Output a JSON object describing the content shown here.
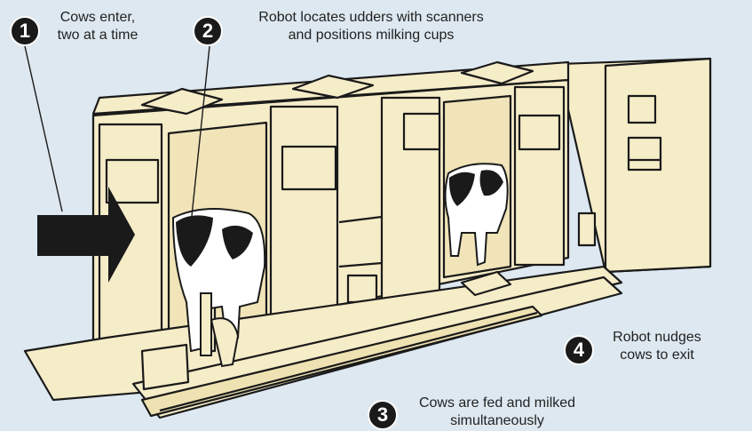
{
  "steps": [
    {
      "number": "1",
      "text_line1": "Cows enter,",
      "text_line2": "two at a time"
    },
    {
      "number": "2",
      "text_line1": "Robot locates udders with scanners",
      "text_line2": "and positions milking cups"
    },
    {
      "number": "3",
      "text_line1": "Cows are fed and milked",
      "text_line2": "simultaneously"
    },
    {
      "number": "4",
      "text_line1": "Robot nudges",
      "text_line2": "cows to exit"
    }
  ],
  "colors": {
    "background": "#dde8f0",
    "machine_fill": "#f5ecc8",
    "machine_stroke": "#1a1a1a",
    "badge_fill": "#1a1a1a",
    "arrow_fill": "#1a1a1a"
  }
}
